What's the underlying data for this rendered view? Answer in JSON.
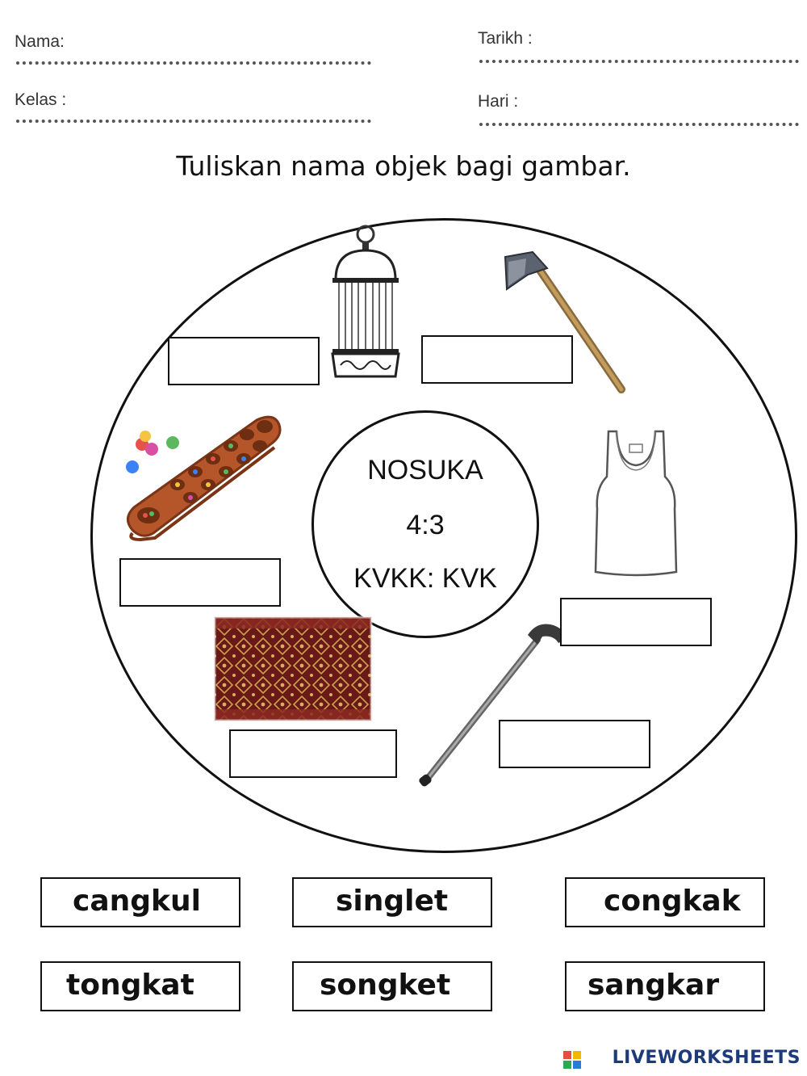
{
  "header": {
    "nama_label": "Nama:",
    "tarikh_label": "Tarikh :",
    "kelas_label": "Kelas :",
    "hari_label": "Hari :"
  },
  "instruction": "Tuliskan nama objek bagi gambar.",
  "center": {
    "line1": "NOSUKA",
    "line2": "4:3",
    "line3": "KVKK: KVK"
  },
  "images": {
    "cage": "birdcage-icon",
    "hoe": "hoe-icon",
    "congkak_board": "congkak-board-icon",
    "singlet": "singlet-icon",
    "songket_cloth": "songket-cloth-icon",
    "walking_cane": "walking-cane-icon"
  },
  "word_bank": {
    "w1": "cangkul",
    "w2": "singlet",
    "w3": "congkak",
    "w4": "tongkat",
    "w5": "songket",
    "w6": "sangkar"
  },
  "brand": "LIVEWORKSHEETS",
  "colors": {
    "brand": "#1d3b78",
    "songket": "#7a1f1f",
    "congkak": "#b5552a"
  }
}
